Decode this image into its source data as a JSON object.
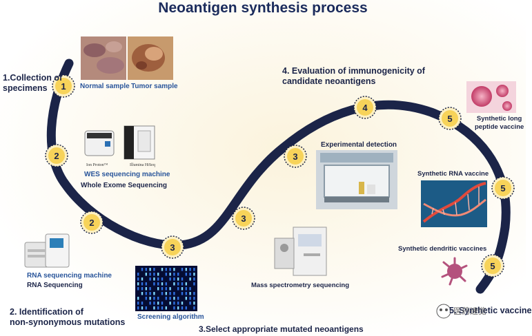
{
  "title": "Neoantigen synthesis process",
  "stages": {
    "s1": "1.Collection of\nspecimens",
    "s2": "2. Identification of\nnon-synonymous mutations",
    "s3": "3.Select appropriate mutated neoantigens",
    "s4": "4. Evaluation of immunogenicity of\ncandidate neoantigens",
    "s5": "5. Synthetic vaccine"
  },
  "labels": {
    "normal_sample": "Normal sample",
    "tumor_sample": "Tumor sample",
    "ion_proton": "Ion Proton™",
    "illumina": "Illumina HiSeq",
    "wes_machine": "WES sequencing machine",
    "wes": "Whole Exome Sequencing",
    "rna_machine": "RNA sequencing machine",
    "rna_seq": "RNA Sequencing",
    "screening": "Screening algorithm",
    "mass_spec": "Mass spectrometry sequencing",
    "experimental": "Experimental detection",
    "long_peptide": "Synthetic long\npeptide vaccine",
    "rna_vaccine": "Synthetic RNA vaccine",
    "dendritic": "Synthetic dendritic vaccines"
  },
  "watermark": "医药速览",
  "markers": [
    {
      "id": "m1",
      "num": "1"
    },
    {
      "id": "m2a",
      "num": "2"
    },
    {
      "id": "m2b",
      "num": "2"
    },
    {
      "id": "m3a",
      "num": "3"
    },
    {
      "id": "m3b",
      "num": "3"
    },
    {
      "id": "m3c",
      "num": "3"
    },
    {
      "id": "m4",
      "num": "4"
    },
    {
      "id": "m5a",
      "num": "5"
    },
    {
      "id": "m5b",
      "num": "5"
    },
    {
      "id": "m5c",
      "num": "5"
    }
  ],
  "colors": {
    "path": "#1b2448",
    "marker_fill": "#f7d35a",
    "marker_ring": "#fdf0c2",
    "title": "#1b2b5c",
    "caption_blue": "#28549a"
  }
}
